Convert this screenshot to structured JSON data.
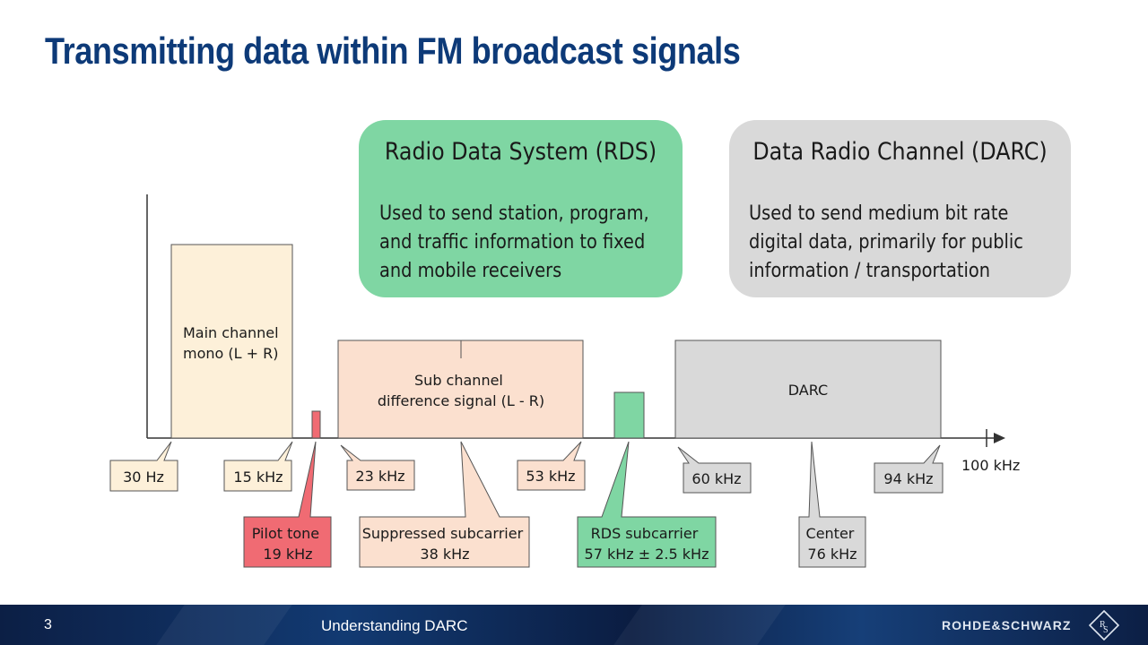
{
  "title": "Transmitting data within FM broadcast signals",
  "rds_callout": {
    "title": "Radio Data System (RDS)",
    "body": [
      "Used to send station, program,",
      "and traffic information to fixed",
      "and mobile receivers"
    ]
  },
  "darc_callout": {
    "title": "Data Radio Channel (DARC)",
    "body": [
      "Used to send medium bit rate",
      "digital data, primarily for public",
      "information / transportation"
    ]
  },
  "spectrum": {
    "main_channel": [
      "Main channel",
      "mono (L + R)"
    ],
    "sub_channel": [
      "Sub channel",
      "difference signal (L - R)"
    ],
    "darc_label": "DARC",
    "axis_end_label": "100 kHz"
  },
  "labels": {
    "f30hz": "30 Hz",
    "f15khz": "15 kHz",
    "f23khz": "23 kHz",
    "f53khz": "53 kHz",
    "f60khz": "60 kHz",
    "f94khz": "94 kHz",
    "pilot": [
      "Pilot tone",
      "19 kHz"
    ],
    "suppressed": [
      "Suppressed subcarrier",
      "38 kHz"
    ],
    "rds_sub": [
      "RDS subcarrier",
      "57 kHz ± 2.5 kHz"
    ],
    "center": [
      "Center",
      "76 kHz"
    ]
  },
  "colors": {
    "title_blue": "#0d3a78",
    "rds_green": "#7fd6a3",
    "darc_grey": "#d9d9d9",
    "main_channel_fill": "#fdf0d9",
    "sub_channel_fill": "#fbe0cf",
    "pilot_red": "#f06b73"
  },
  "footer": {
    "page": "3",
    "title": "Understanding DARC",
    "brand": "ROHDE&SCHWARZ"
  }
}
